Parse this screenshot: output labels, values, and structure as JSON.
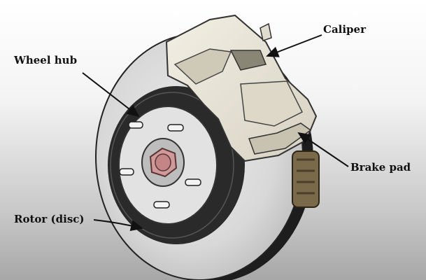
{
  "labels": {
    "caliper": "Caliper",
    "wheel_hub": "Wheel hub",
    "brake_pad": "Brake pad",
    "rotor": "Rotor (disc)"
  },
  "colors": {
    "rotor": "#dcdcdc",
    "rotor_groove": "#2a2a2a",
    "caliper": "#e9e5d8",
    "nut": "#d09a9a",
    "pad_bracket": "#7a6a4a",
    "arrow": "#111111"
  }
}
